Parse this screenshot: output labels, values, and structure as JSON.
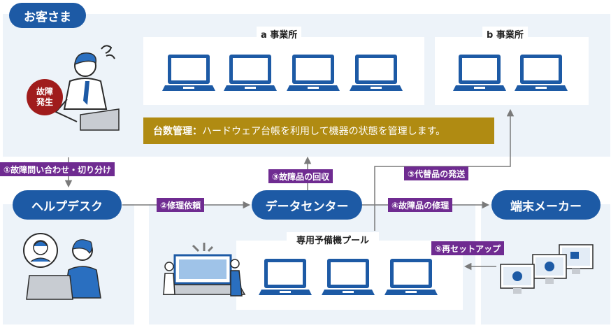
{
  "customer": {
    "title": "お客さま",
    "fault_badge": [
      "故障",
      "発生"
    ]
  },
  "offices": {
    "a": "a 事業所",
    "b": "b 事業所"
  },
  "asset_management": {
    "bold": "台数管理：",
    "text": "ハードウェア台帳を利用して機器の状態を管理します。"
  },
  "nodes": {
    "helpdesk": "ヘルプデスク",
    "datacenter": "データセンター",
    "maker": "端末メーカー"
  },
  "steps": {
    "s1": "①故障問い合わせ・切り分け",
    "s2": "②修理依頼",
    "s3a": "③故障品の回収",
    "s3b": "③代替品の発送",
    "s4": "④故障品の修理",
    "s5": "⑤再セットアップ"
  },
  "pool": {
    "title": "専用予備機プール"
  },
  "colors": {
    "blue": "#1d5aa5",
    "purple": "#6f2b91",
    "gold": "#b08b12",
    "panel": "#edf3f9",
    "badge": "#a01c1c"
  }
}
